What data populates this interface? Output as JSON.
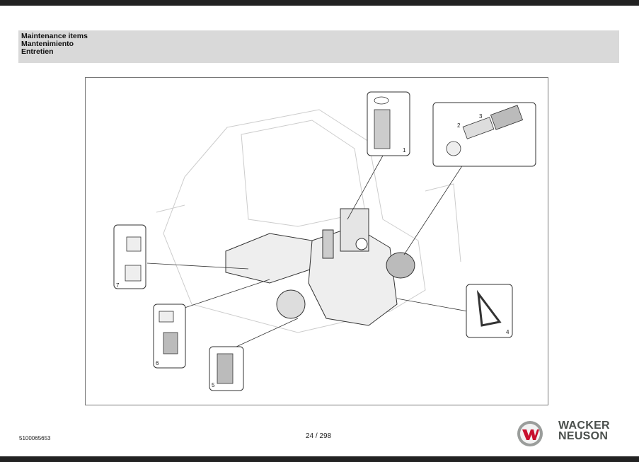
{
  "header": {
    "title_en": "Maintenance items",
    "title_es": "Mantenimiento",
    "title_fr": "Entretien"
  },
  "figure": {
    "callouts": [
      "1",
      "2",
      "3",
      "4",
      "5",
      "6",
      "7"
    ]
  },
  "footer": {
    "document_number": "5100065653",
    "page": "24 / 298",
    "brand_line1": "WACKER",
    "brand_line2": "NEUSON",
    "brand_color": "#c8102e"
  }
}
